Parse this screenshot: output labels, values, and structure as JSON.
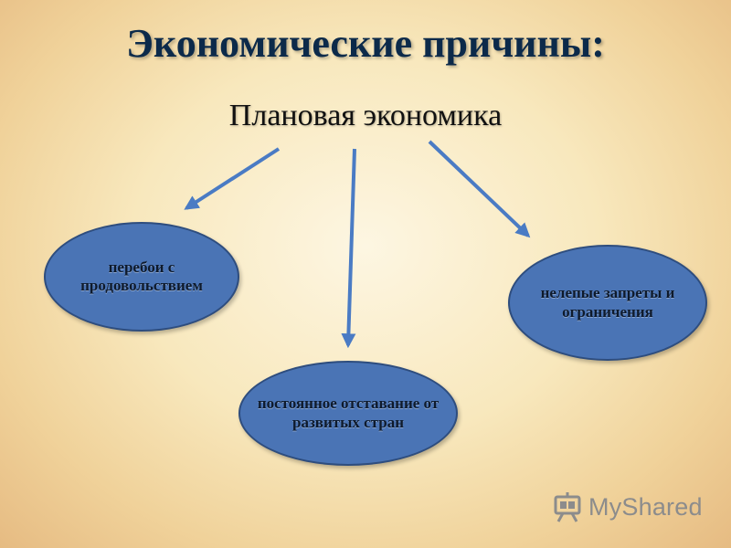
{
  "title": "Экономические причины:",
  "subtitle": "Плановая экономика",
  "nodes": {
    "food": "перебои с продовольствием",
    "lag": "постоянное отставание от развитых стран",
    "bans": "нелепые запреты и ограничения"
  },
  "watermark": {
    "brand": "MyShared"
  },
  "colors": {
    "node_fill": "#4a74b5",
    "node_border": "#2e4d7e",
    "arrow": "#4a7bc4",
    "title": "#0c2a4a"
  }
}
